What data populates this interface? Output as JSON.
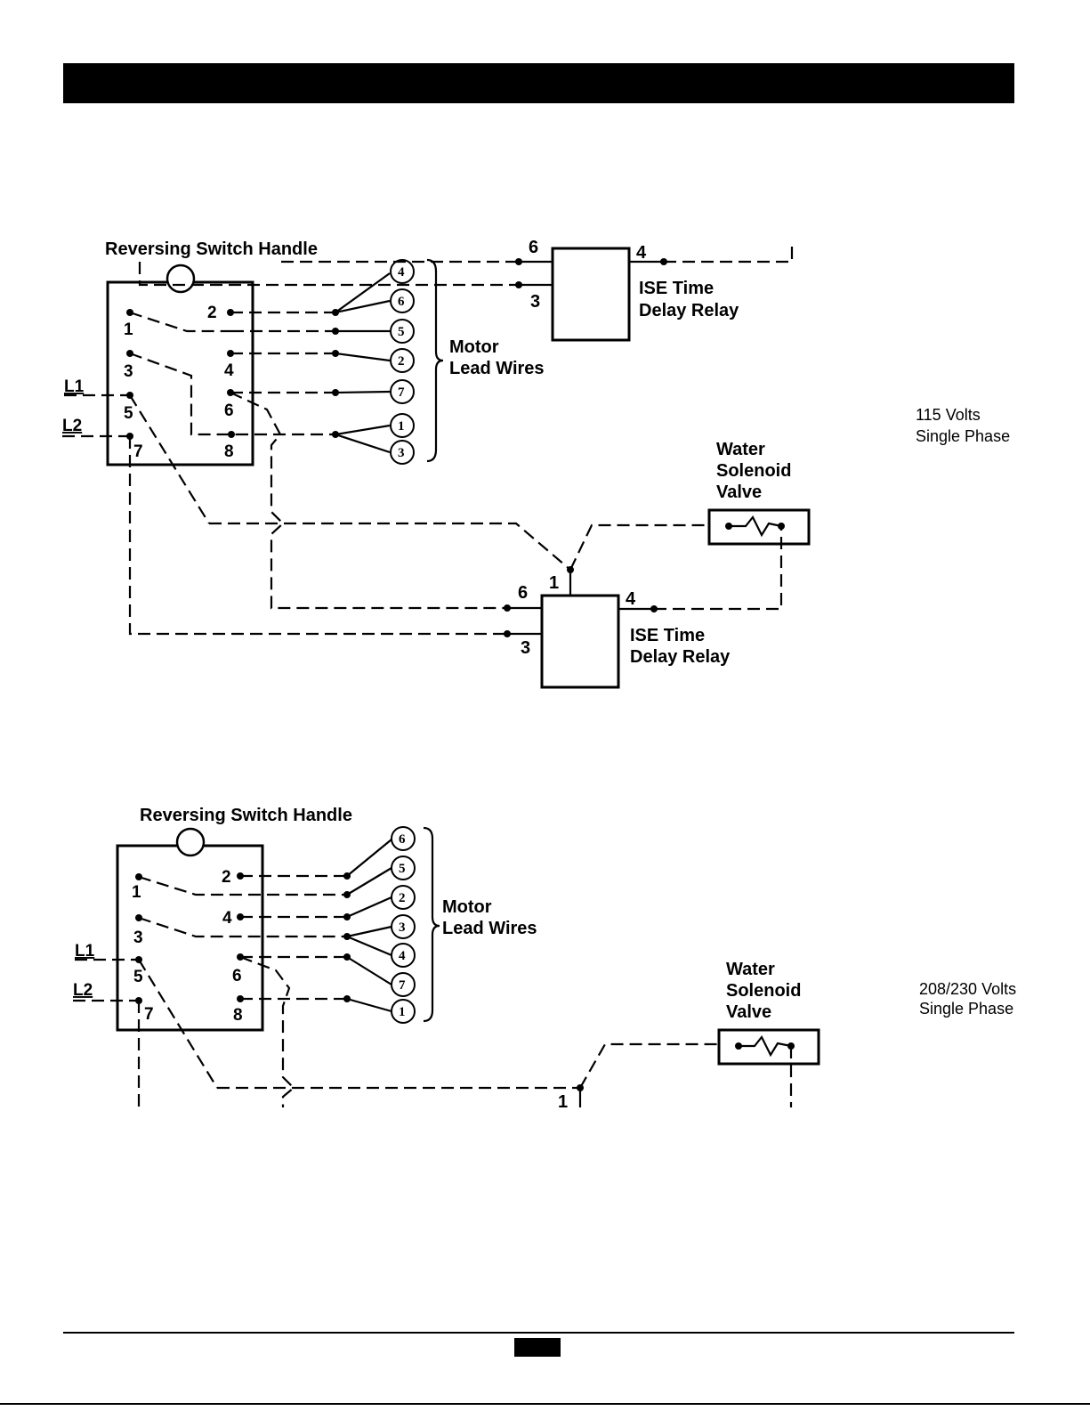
{
  "diagram1": {
    "switch_handle_label": "Reversing Switch Handle",
    "switch_terminals": [
      "1",
      "2",
      "3",
      "4",
      "5",
      "6",
      "7",
      "8"
    ],
    "line_labels": [
      "L1",
      "L2"
    ],
    "motor_lead_label_1": "Motor",
    "motor_lead_label_2": "Lead Wires",
    "motor_leads": [
      "4",
      "6",
      "5",
      "2",
      "7",
      "1",
      "3"
    ],
    "relay_top": {
      "label_1": "ISE Time",
      "label_2": "Delay Relay",
      "terminals": [
        "6",
        "3",
        "4"
      ]
    },
    "relay_bottom": {
      "label_1": "ISE Time",
      "label_2": "Delay Relay",
      "terminals": [
        "6",
        "1",
        "3",
        "4"
      ]
    },
    "valve_label_1": "Water",
    "valve_label_2": "Solenoid",
    "valve_label_3": "Valve",
    "voltage_label_1": "115 Volts",
    "voltage_label_2": "Single Phase"
  },
  "diagram2": {
    "switch_handle_label": "Reversing Switch Handle",
    "switch_terminals": [
      "1",
      "2",
      "3",
      "4",
      "5",
      "6",
      "7",
      "8"
    ],
    "line_labels": [
      "L1",
      "L2"
    ],
    "motor_lead_label_1": "Motor",
    "motor_lead_label_2": "Lead Wires",
    "motor_leads": [
      "6",
      "5",
      "2",
      "3",
      "4",
      "7",
      "1"
    ],
    "relay_terminal": "1",
    "valve_label_1": "Water",
    "valve_label_2": "Solenoid",
    "valve_label_3": "Valve",
    "voltage_label_1": "208/230 Volts",
    "voltage_label_2": "Single Phase"
  }
}
